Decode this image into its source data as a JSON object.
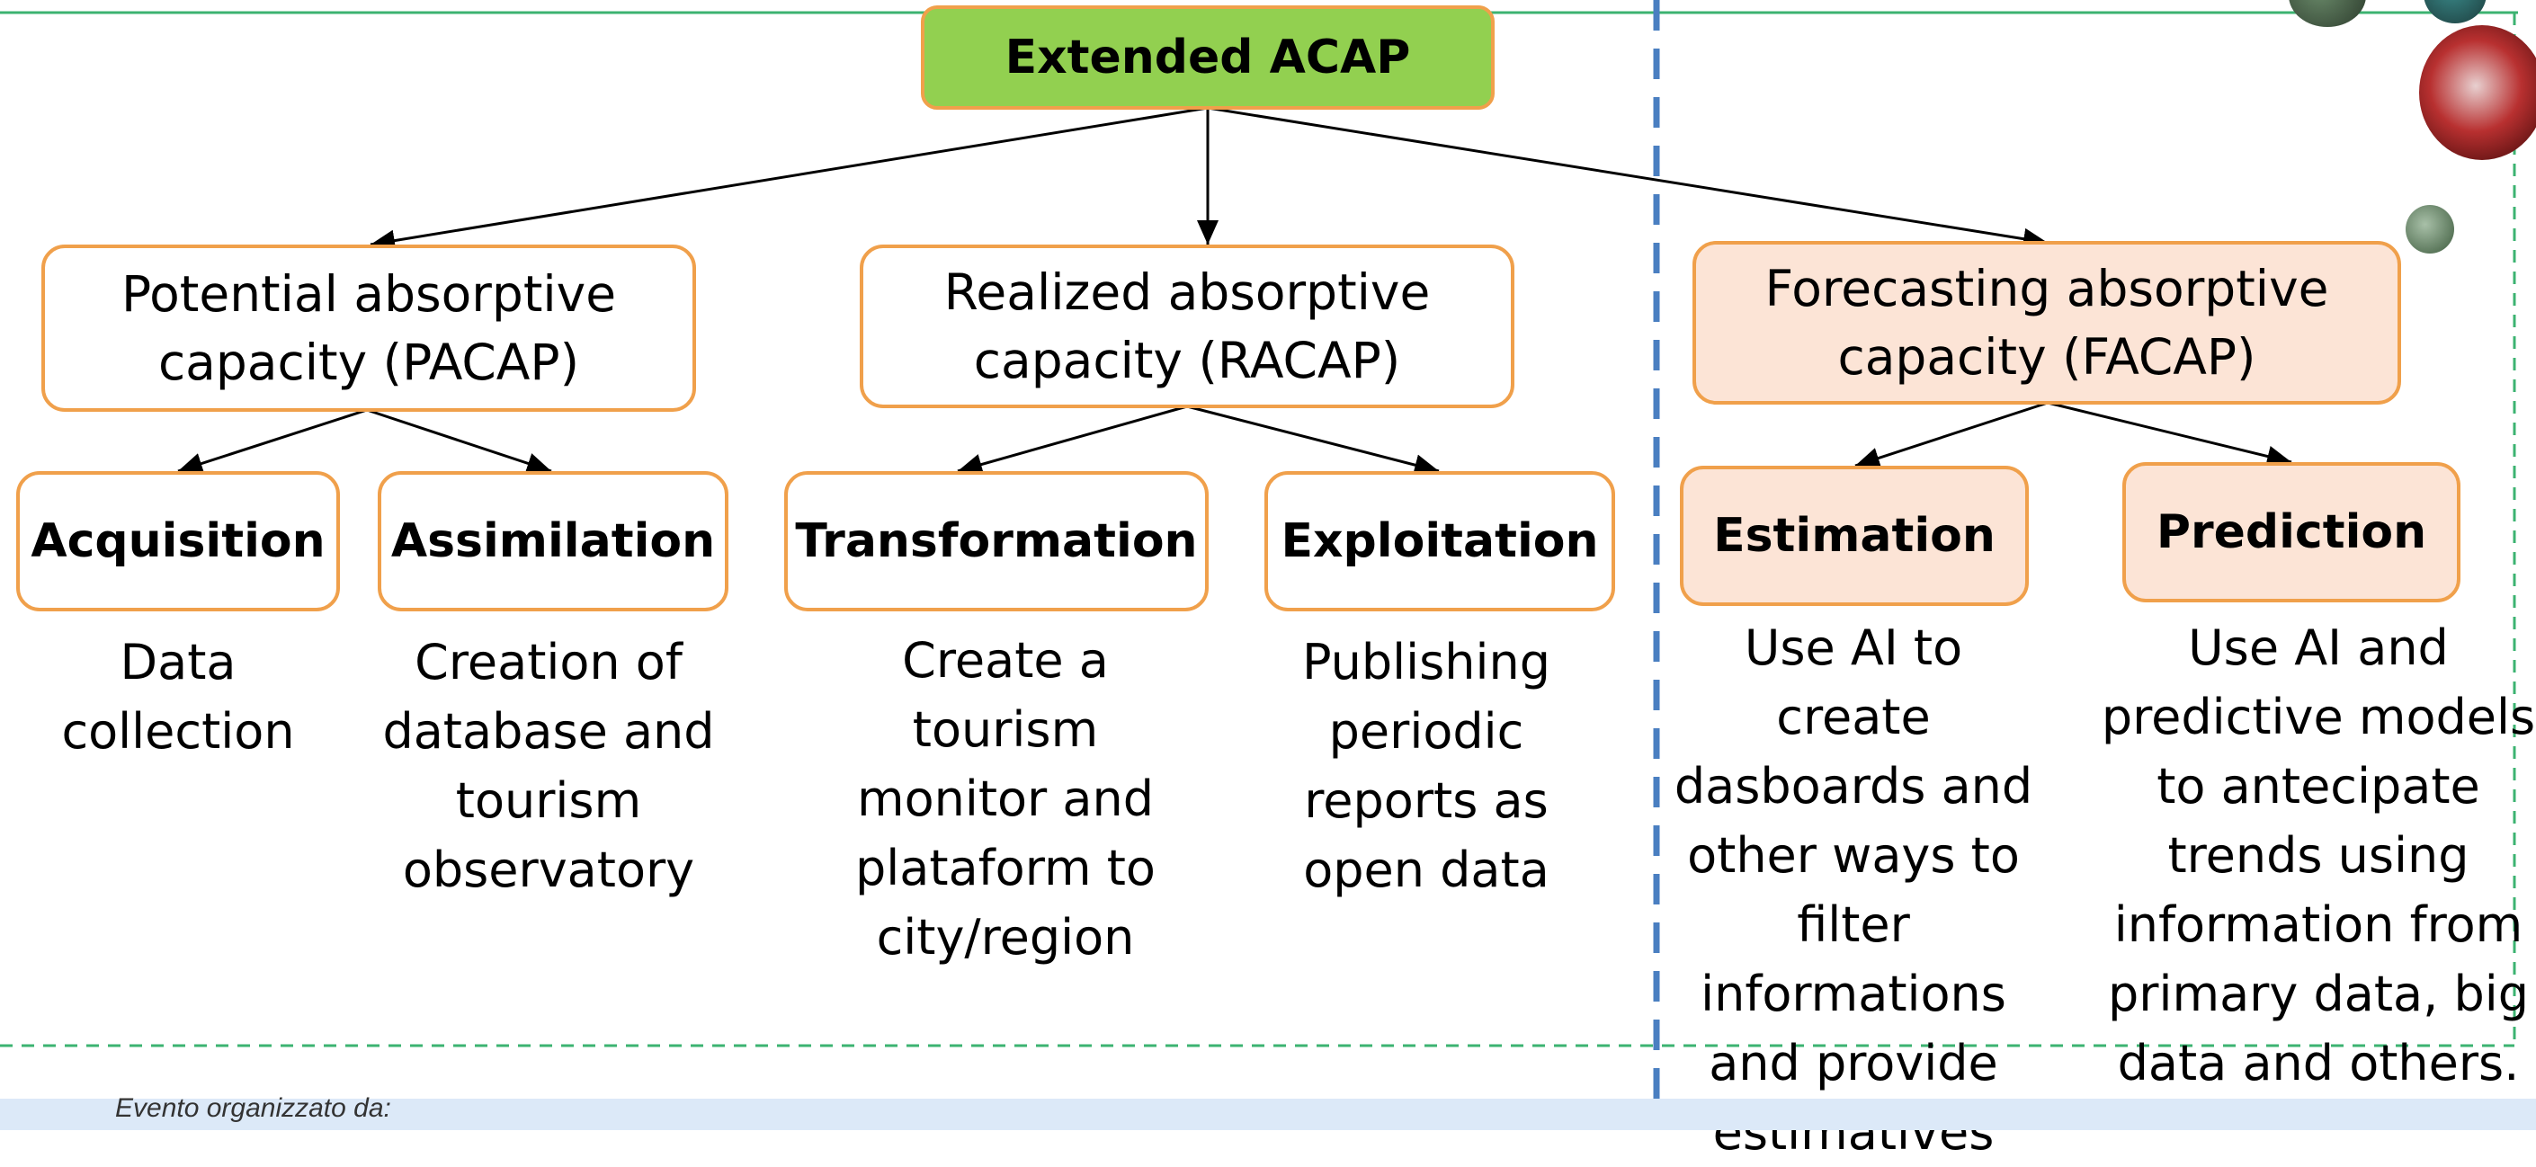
{
  "root": {
    "label": "Extended ACAP"
  },
  "capacities": [
    {
      "label_line1": "Potential absorptive",
      "label_line2": "capacity (PACAP)"
    },
    {
      "label_line1": "Realized absorptive",
      "label_line2": "capacity (RACAP)"
    },
    {
      "label_line1": "Forecasting absorptive",
      "label_line2": "capacity (FACAP)"
    }
  ],
  "stages": [
    {
      "label": "Acquisition",
      "desc": [
        "Data",
        "collection"
      ]
    },
    {
      "label": "Assimilation",
      "desc": [
        "Creation of",
        "database and",
        "tourism",
        "observatory"
      ]
    },
    {
      "label": "Transformation",
      "desc": [
        "Create a",
        "tourism",
        "monitor and",
        "plataform to",
        "city/region"
      ]
    },
    {
      "label": "Exploitation",
      "desc": [
        "Publishing",
        "periodic",
        "reports as",
        "open data"
      ]
    },
    {
      "label": "Estimation",
      "desc": [
        "Use AI to create",
        "dasboards and",
        "other ways to",
        "filter",
        "informations",
        "and provide",
        "estimatives"
      ]
    },
    {
      "label": "Prediction",
      "desc": [
        "Use AI and",
        "predictive models",
        "to antecipate",
        "trends using",
        "information from",
        "primary data, big",
        "data and others."
      ]
    }
  ],
  "footer": {
    "text": "Evento organizzato da:"
  },
  "colors": {
    "root_fill": "#92d050",
    "box_border": "#f0a04b",
    "forecast_fill": "#fce4d6",
    "green_dash": "#3cb371",
    "blue_dash": "#4a7fc1",
    "footer_band": "#dce9f8"
  }
}
